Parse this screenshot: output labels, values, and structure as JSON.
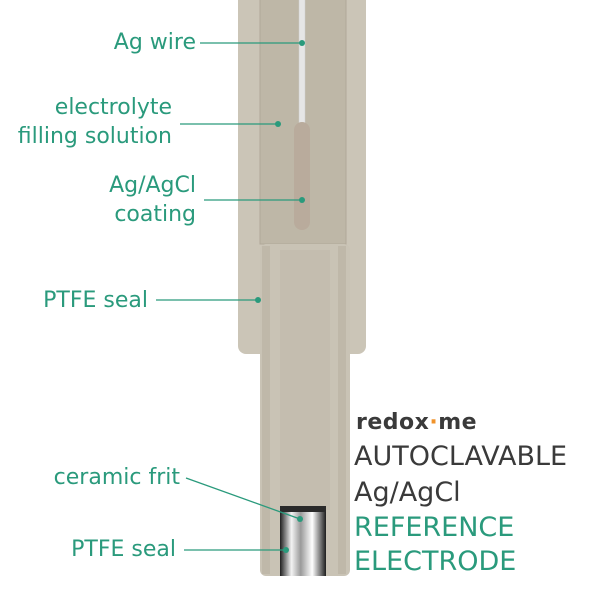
{
  "labels": {
    "ag_wire": "Ag wire",
    "electrolyte_line1": "electrolyte",
    "electrolyte_line2": "filling solution",
    "coating_line1": "Ag/AgCl",
    "coating_line2": "coating",
    "ptfe_seal_upper": "PTFE seal",
    "ceramic_frit": "ceramic frit",
    "ptfe_seal_lower": "PTFE seal"
  },
  "brand": {
    "name_before": "redox",
    "name_dot": "·",
    "name_after": "me"
  },
  "title": {
    "line1": "AUTOCLAVABLE",
    "line2": "Ag/AgCl",
    "line3": "REFERENCE",
    "line4": "ELECTRODE"
  },
  "colors": {
    "label_green": "#2a9a7c",
    "brand_dark": "#3a3a3a",
    "brand_dot": "#f0932b",
    "body_outer": "#ccc6b8",
    "body_inner": "#bdb6a6",
    "wire_gray": "#e0e0e0",
    "coating_tan": "#b7a99a"
  }
}
